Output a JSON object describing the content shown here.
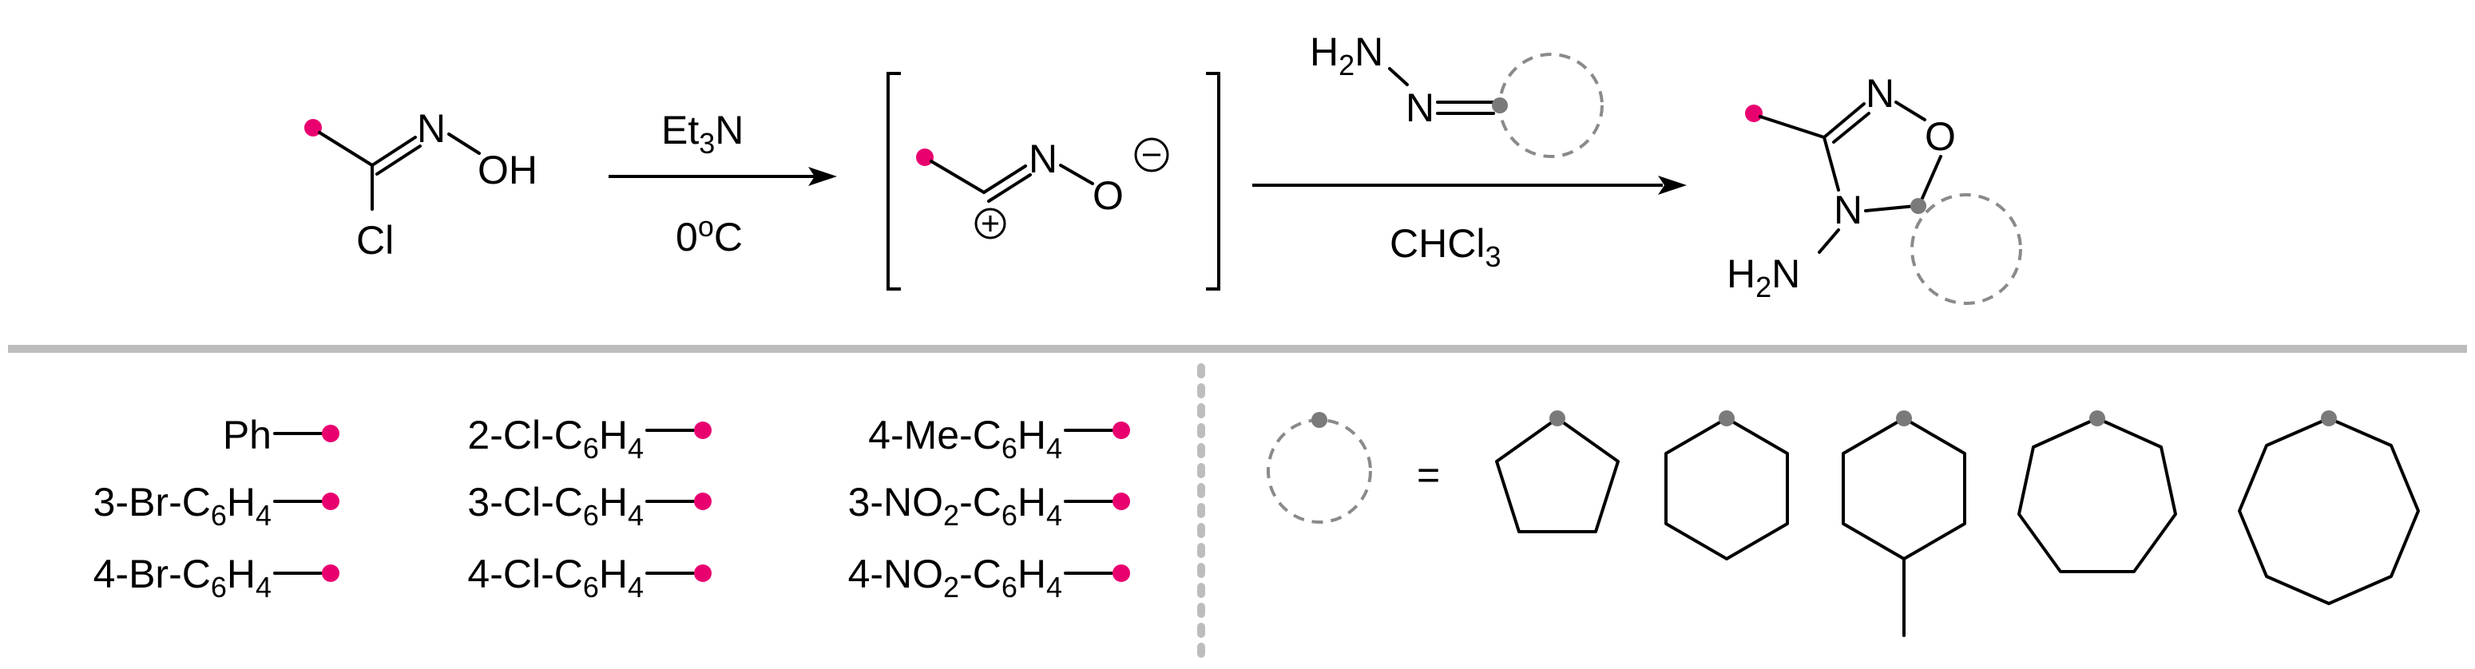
{
  "colors": {
    "substituent_dot": "#e8006f",
    "spiro_dot": "#7a7a7a",
    "separator": "#bdbdbd"
  },
  "scheme": {
    "reactant": {
      "atom_n": "N",
      "atom_o_h": "OH",
      "atom_cl": "Cl"
    },
    "step1": {
      "reagent": "Et",
      "reagent_sub": "3",
      "reagent_end": "N",
      "condition_a": "0",
      "condition_sup": "o",
      "condition_b": "C"
    },
    "intermediate": {
      "atom_n": "N",
      "atom_o": "O"
    },
    "step2": {
      "hydrazone": {
        "h2": "H",
        "h2_sub": "2",
        "n1": "N",
        "n2": "N"
      },
      "solvent": "CHCl",
      "solvent_sub": "3"
    },
    "product": {
      "n_ring": "N",
      "o_ring": "O",
      "n4": "N",
      "h2n": "H",
      "h2n_sub": "2",
      "h2n_n": "N"
    }
  },
  "substituents": {
    "col1": [
      {
        "text": "Ph"
      },
      {
        "pre": "3-Br-C",
        "s1": "6",
        "mid": "H",
        "s2": "4"
      },
      {
        "pre": "4-Br-C",
        "s1": "6",
        "mid": "H",
        "s2": "4"
      }
    ],
    "col2": [
      {
        "pre": "2-Cl-C",
        "s1": "6",
        "mid": "H",
        "s2": "4"
      },
      {
        "pre": "3-Cl-C",
        "s1": "6",
        "mid": "H",
        "s2": "4"
      },
      {
        "pre": "4-Cl-C",
        "s1": "6",
        "mid": "H",
        "s2": "4"
      }
    ],
    "col3": [
      {
        "pre": "4-Me-C",
        "s1": "6",
        "mid": "H",
        "s2": "4"
      },
      {
        "pre": "3-NO",
        "s1": "2",
        "mid": "-C",
        "s2": "6",
        "post": "H",
        "s3": "4"
      },
      {
        "pre": "4-NO",
        "s1": "2",
        "mid": "-C",
        "s2": "6",
        "post": "H",
        "s3": "4"
      }
    ]
  },
  "rings": {
    "equals": "=",
    "items": [
      "cyclopentane",
      "cyclohexane",
      "4-methylcyclohexane",
      "cycloheptane",
      "cyclooctane"
    ]
  }
}
